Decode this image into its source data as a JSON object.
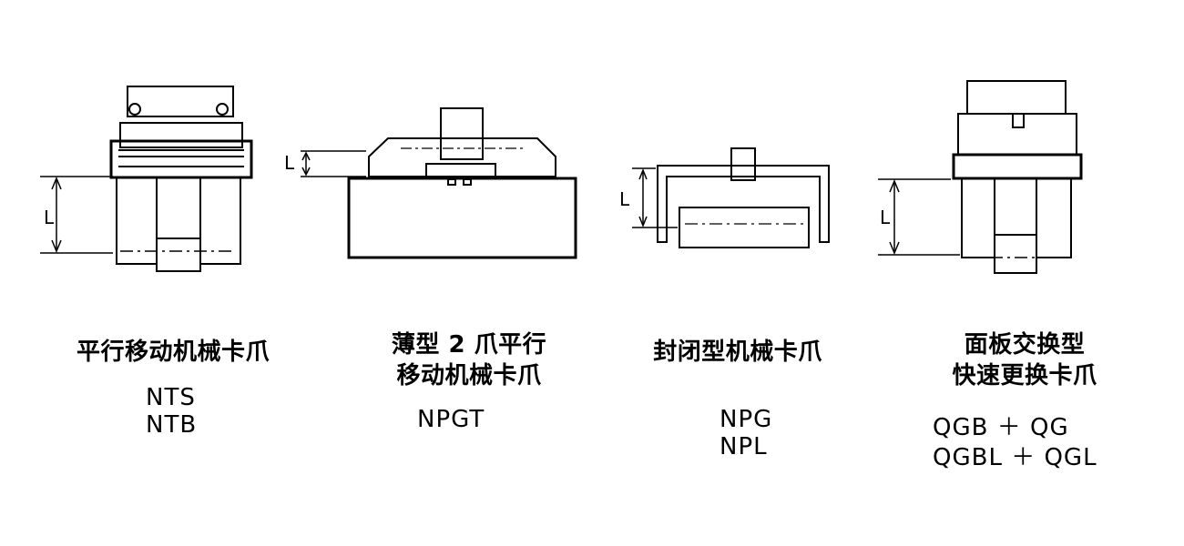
{
  "grippers": [
    {
      "title_lines": [
        "平行移动机械卡爪"
      ],
      "dim_label": "L",
      "models": [
        "NTS",
        "NTB"
      ]
    },
    {
      "title_lines": [
        "薄型 2 爪平行",
        "移动机械卡爪"
      ],
      "dim_label": "L",
      "models": [
        "NPGT"
      ]
    },
    {
      "title_lines": [
        "封闭型机械卡爪"
      ],
      "dim_label": "L",
      "models": [
        "NPG",
        "NPL"
      ]
    },
    {
      "title_lines": [
        "面板交换型",
        "快速更换卡爪"
      ],
      "dim_label": "L",
      "models": [
        "QGB ＋ QG",
        "QGBL ＋ QGL"
      ]
    }
  ]
}
